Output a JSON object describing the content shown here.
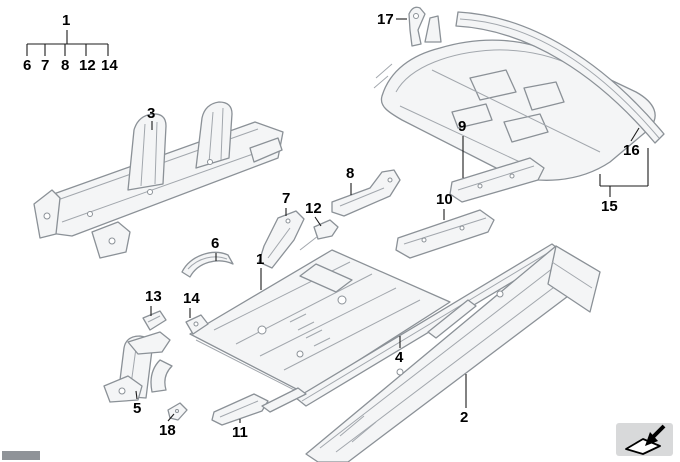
{
  "diagram": {
    "legend_tree": {
      "root": "1",
      "children": [
        "6",
        "7",
        "8",
        "12",
        "14"
      ]
    },
    "callouts": [
      {
        "text": "17"
      },
      {
        "text": "3"
      },
      {
        "text": "9"
      },
      {
        "text": "16"
      },
      {
        "text": "8"
      },
      {
        "text": "10"
      },
      {
        "text": "15"
      },
      {
        "text": "7"
      },
      {
        "text": "12"
      },
      {
        "text": "6"
      },
      {
        "text": "1"
      },
      {
        "text": "13"
      },
      {
        "text": "14"
      },
      {
        "text": "4"
      },
      {
        "text": "5"
      },
      {
        "text": "18"
      },
      {
        "text": "11"
      },
      {
        "text": "2"
      }
    ],
    "colors": {
      "background": "#ffffff",
      "part_line": "#8b9197",
      "part_fill": "#f4f5f6",
      "label_text": "#000000",
      "icon_background": "#d8d9da"
    },
    "icons": {
      "bottom_right": "panel-arrow-icon"
    }
  }
}
